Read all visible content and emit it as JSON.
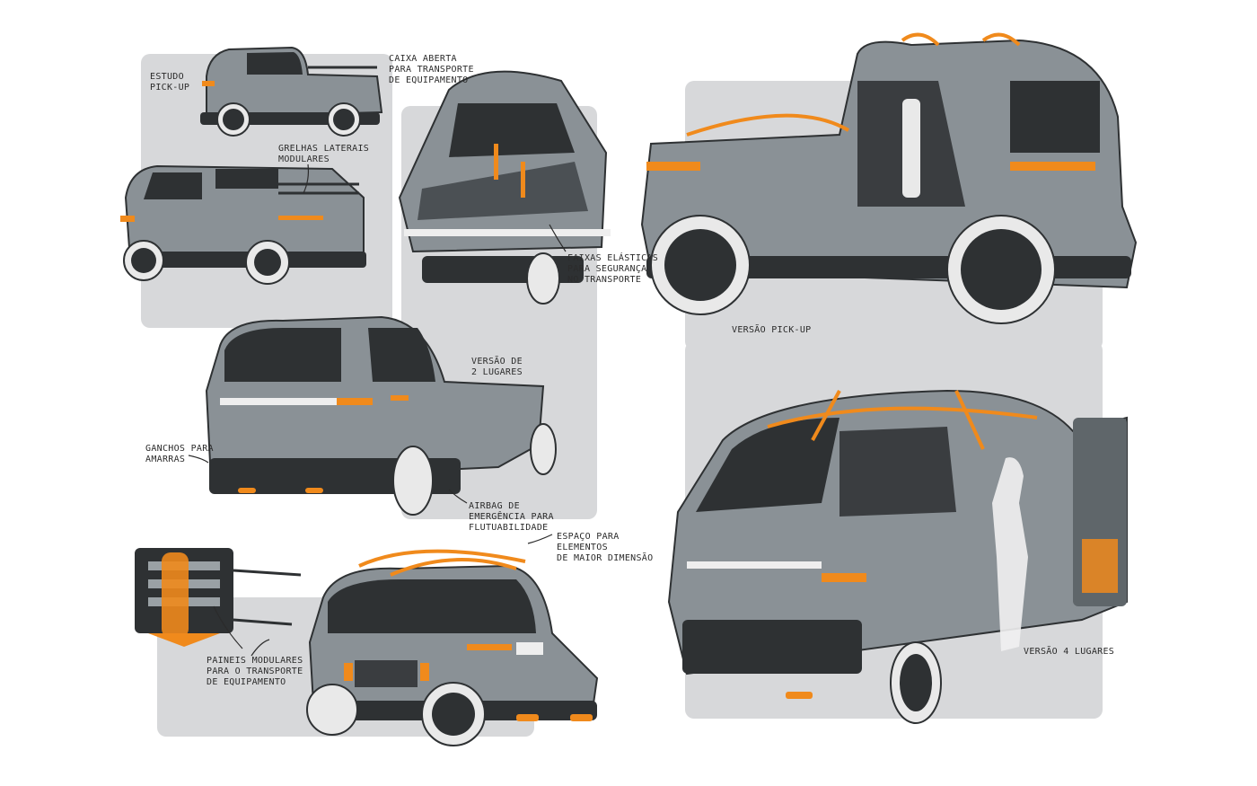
{
  "palette": {
    "background": "#ffffff",
    "panel": "#d7d8da",
    "body_grey": "#8a9196",
    "body_light": "#a9b0b4",
    "dark": "#2e3133",
    "glass": "#3a3d40",
    "accent_orange": "#f08a1c",
    "tire": "#e9e9e9"
  },
  "notes": {
    "estudo": "ESTUDO\nPICK-UP",
    "caixa": "CAIXA ABERTA\nPARA TRANSPORTE\nDE EQUIPAMENTO",
    "grelhas": "GRELHAS LATERAIS\nMODULARES",
    "faixas": "FAIXAS ELÁSTICAS\nPARA SEGURANÇA\nNO TRANSPORTE",
    "versao_pickup": "VERSÃO PICK-UP",
    "versao_2": "VERSÃO DE\n2 LUGARES",
    "ganchos": "GANCHOS PARA\nAMARRAS",
    "airbag": "AIRBAG DE\nEMERGÊNCIA PARA\nFLUTUABILIDADE",
    "espaco": "ESPAÇO PARA\nELEMENTOS\nDE MAIOR DIMENSÃO",
    "paineis": "PAINEIS MODULARES\nPARA O TRANSPORTE\nDE EQUIPAMENTO",
    "versao_4": "VERSÃO 4 LUGARES"
  }
}
